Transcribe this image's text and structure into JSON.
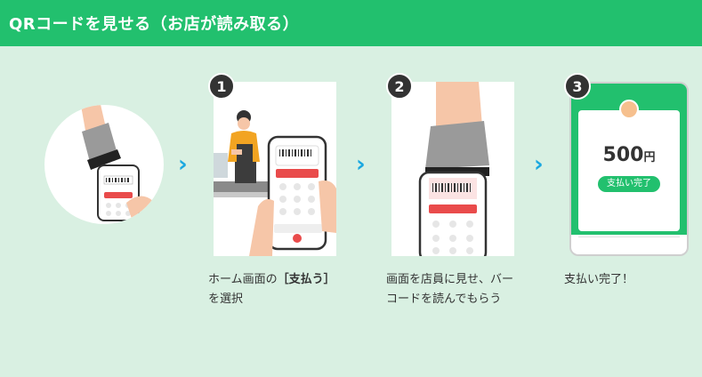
{
  "header": {
    "title": "QRコードを見せる（お店が読み取る）"
  },
  "steps": [
    {
      "number": "1",
      "caption_pre": "ホーム画面の",
      "caption_bold": "［支払う］",
      "caption_post": "を選択"
    },
    {
      "number": "2",
      "caption_pre": "画面を店員に見せ、バーコードを読んでもらう",
      "caption_bold": "",
      "caption_post": ""
    },
    {
      "number": "3",
      "caption_pre": "支払い完了！",
      "caption_bold": "",
      "caption_post": ""
    }
  ],
  "complete_screen": {
    "amount": "500",
    "currency": "円",
    "status": "支払い完了"
  },
  "colors": {
    "header_green": "#22c06e",
    "background": "#d9f0e2",
    "chevron_blue": "#1ba8e0",
    "badge_dark": "#333333",
    "barcode_red": "#e94b4b",
    "skin": "#f6c6a8"
  }
}
